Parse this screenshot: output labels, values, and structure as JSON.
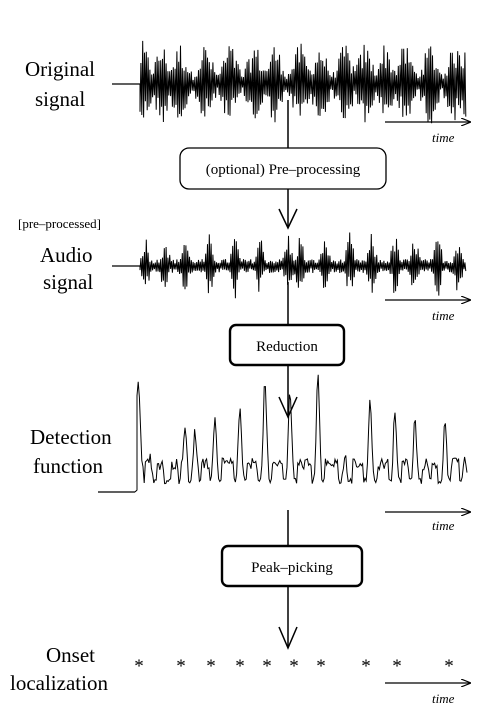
{
  "stages": {
    "original": {
      "line1": "Original",
      "line2": "signal"
    },
    "audio": {
      "prefix": "[pre–processed]",
      "line1": "Audio",
      "line2": "signal"
    },
    "detection": {
      "line1": "Detection",
      "line2": "function"
    },
    "onset": {
      "line1": "Onset",
      "line2": "localization"
    }
  },
  "boxes": {
    "preprocessing": "(optional) Pre–processing",
    "reduction": "Reduction",
    "peak_picking": "Peak–picking"
  },
  "axis_label": "time",
  "onset_marker": "*"
}
